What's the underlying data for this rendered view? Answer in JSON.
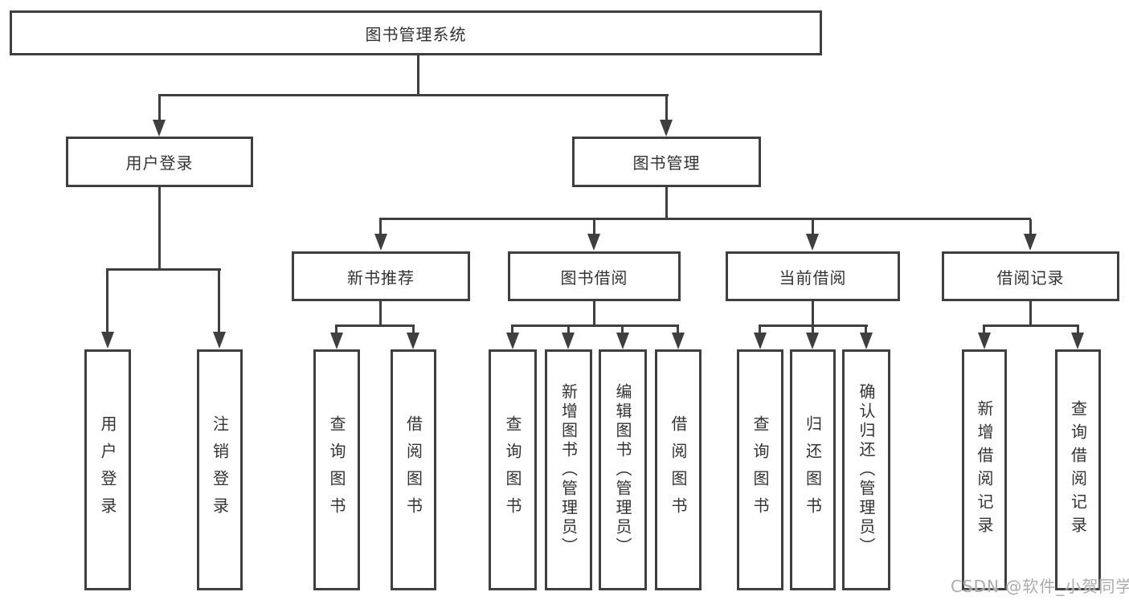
{
  "tree": {
    "root": {
      "label": "图书管理系统"
    },
    "children": [
      {
        "label": "用户登录",
        "children": [
          {
            "label": "用户登录"
          },
          {
            "label": "注销登录"
          }
        ]
      },
      {
        "label": "图书管理",
        "children": [
          {
            "label": "新书推荐",
            "children": [
              {
                "label": "查询图书"
              },
              {
                "label": "借阅图书"
              }
            ]
          },
          {
            "label": "图书借阅",
            "children": [
              {
                "label": "查询图书"
              },
              {
                "label": "新增图书（管理员）"
              },
              {
                "label": "编辑图书（管理员）"
              },
              {
                "label": "借阅图书"
              }
            ]
          },
          {
            "label": "当前借阅",
            "children": [
              {
                "label": "查询图书"
              },
              {
                "label": "归还图书"
              },
              {
                "label": "确认归还（管理员）"
              }
            ]
          },
          {
            "label": "借阅记录",
            "children": [
              {
                "label": "新增借阅记录"
              },
              {
                "label": "查询借阅记录"
              }
            ]
          }
        ]
      }
    ]
  },
  "watermark": {
    "text": "CSDN @软件_小贺同学"
  },
  "colors": {
    "line": "#3f3f3f",
    "text": "#333333",
    "watermark": "#ababab",
    "background": "#ffffff"
  }
}
